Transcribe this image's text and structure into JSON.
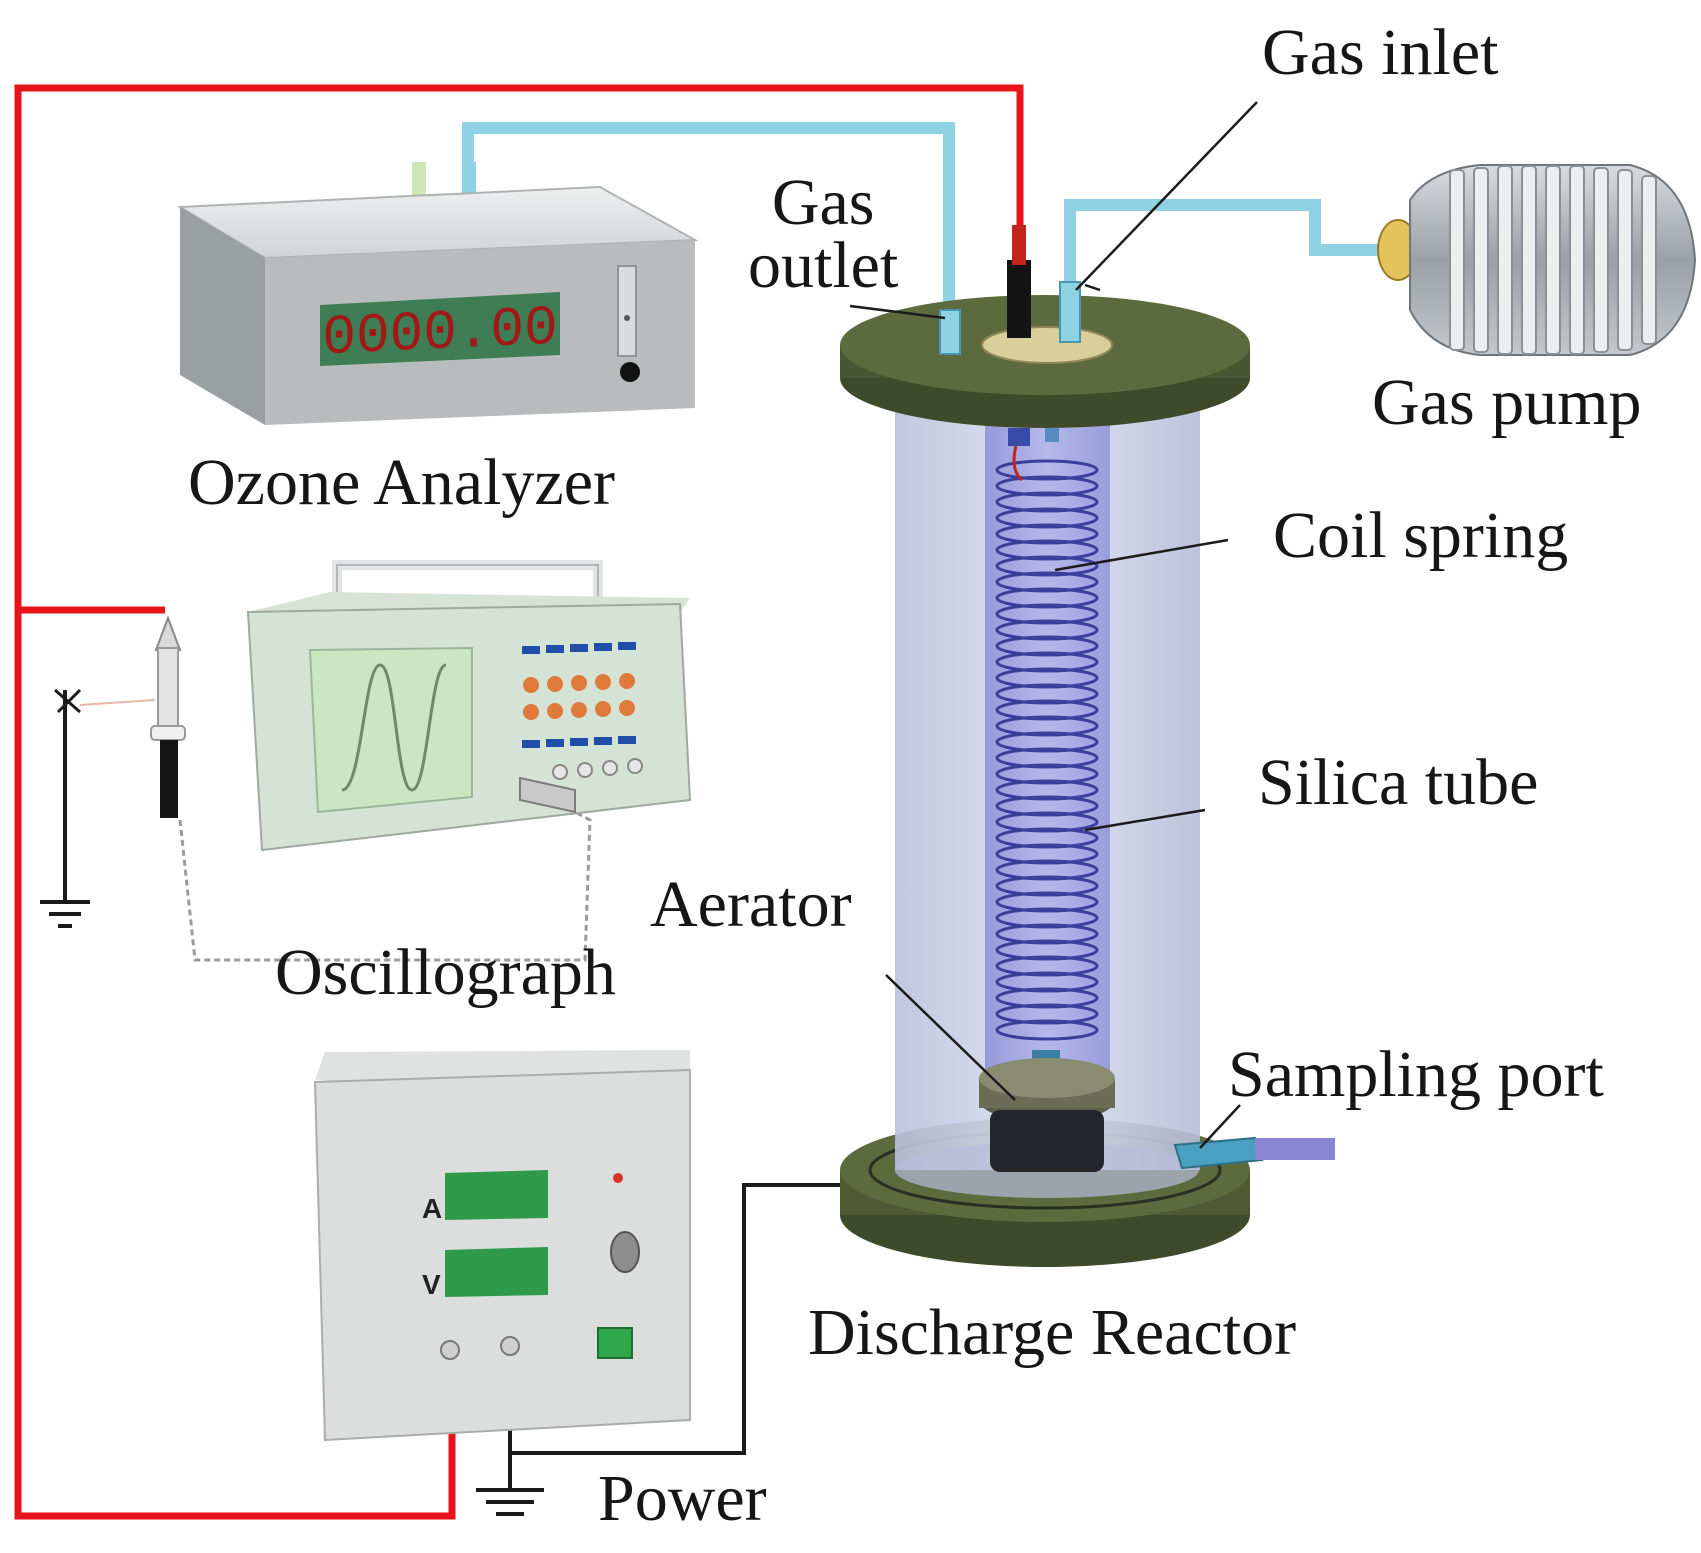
{
  "labels": {
    "gas_inlet": "Gas inlet",
    "gas_outlet": "Gas\noutlet",
    "gas_pump": "Gas pump",
    "ozone_analyzer": "Ozone Analyzer",
    "coil_spring": "Coil spring",
    "silica_tube": "Silica tube",
    "aerator": "Aerator",
    "oscillograph": "Oscillograph",
    "sampling_port": "Sampling port",
    "discharge_reactor": "Discharge Reactor",
    "power": "Power"
  },
  "ozone_display": "0000.00",
  "power_panel": {
    "current_label": "A",
    "voltage_label": "V"
  },
  "colors": {
    "power_wire": "#e8141c",
    "gas_tube": "#8fd2e3",
    "reactor_plate": "#5c6a3e",
    "silica_tube": "#c6cde6",
    "coil": "#3b3f9c",
    "lcd_bg": "#3f7d54",
    "lcd_digits": "#a11818",
    "power_lcd": "#2f9a4a"
  }
}
